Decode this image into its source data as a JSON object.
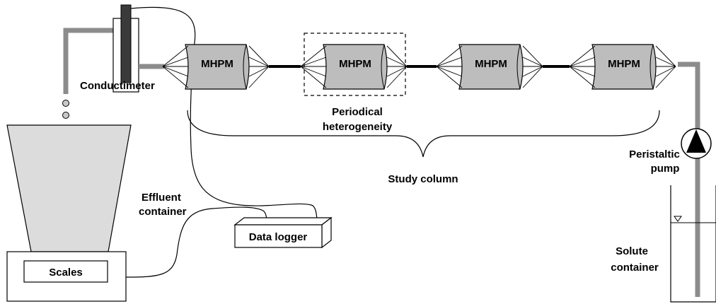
{
  "labels": {
    "conductimeter": "Conductimeter",
    "periodical_line1": "Periodical",
    "periodical_line2": "heterogeneity",
    "study_column": "Study column",
    "peristaltic_line1": "Peristaltic",
    "peristaltic_line2": "pump",
    "effluent_line1": "Effluent",
    "effluent_line2": "container",
    "data_logger": "Data logger",
    "scales": "Scales",
    "solute_line1": "Solute",
    "solute_line2": "container"
  },
  "modules": [
    {
      "label": "MHPM"
    },
    {
      "label": "MHPM"
    },
    {
      "label": "MHPM"
    },
    {
      "label": "MHPM"
    }
  ],
  "colors": {
    "module_fill": "#bdbdbd",
    "tube": "#8c8c8c",
    "cone_fill": "#dcdcdc",
    "probe": "#3a3a3a",
    "drop_fill": "#c8c8c8"
  }
}
